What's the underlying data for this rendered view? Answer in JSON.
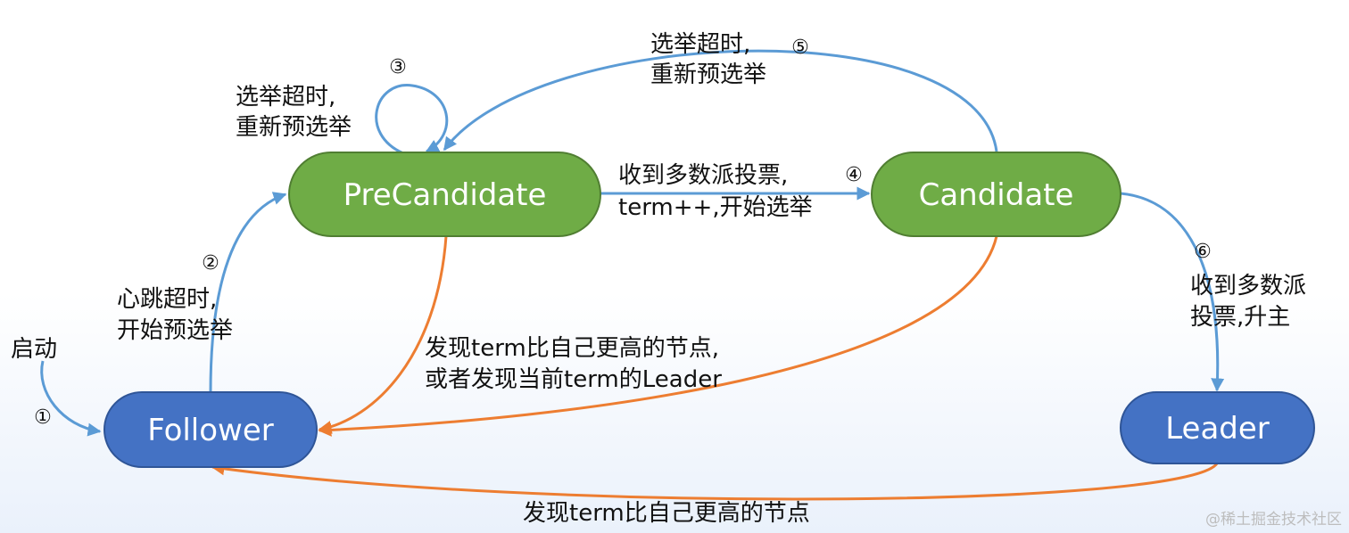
{
  "nodes": {
    "precandidate": "PreCandidate",
    "candidate": "Candidate",
    "follower": "Follower",
    "leader": "Leader"
  },
  "steps": {
    "s1": "①",
    "s2": "②",
    "s3": "③",
    "s4": "④",
    "s5": "⑤",
    "s6": "⑥"
  },
  "labels": {
    "start": "启动",
    "heartbeat_timeout": [
      "心跳超时,",
      "开始预选举"
    ],
    "preelect_timeout": [
      "选举超时,",
      "重新预选举"
    ],
    "candidate_timeout": [
      "选举超时,",
      "重新预选举"
    ],
    "majority_prevote": [
      "收到多数派投票,",
      "term++,开始选举"
    ],
    "majority_vote": [
      "收到多数派",
      "投票,升主"
    ],
    "step_down_pre": [
      "发现term比自己更高的节点,",
      "或者发现当前term的Leader"
    ],
    "leader_step_down": "发现term比自己更高的节点"
  },
  "watermark": "@稀土掘金技术社区",
  "colors": {
    "green_node": "#6fac46",
    "blue_node": "#4472c4",
    "blue_arrow": "#5b9bd5",
    "orange_arrow": "#ed7d31"
  }
}
